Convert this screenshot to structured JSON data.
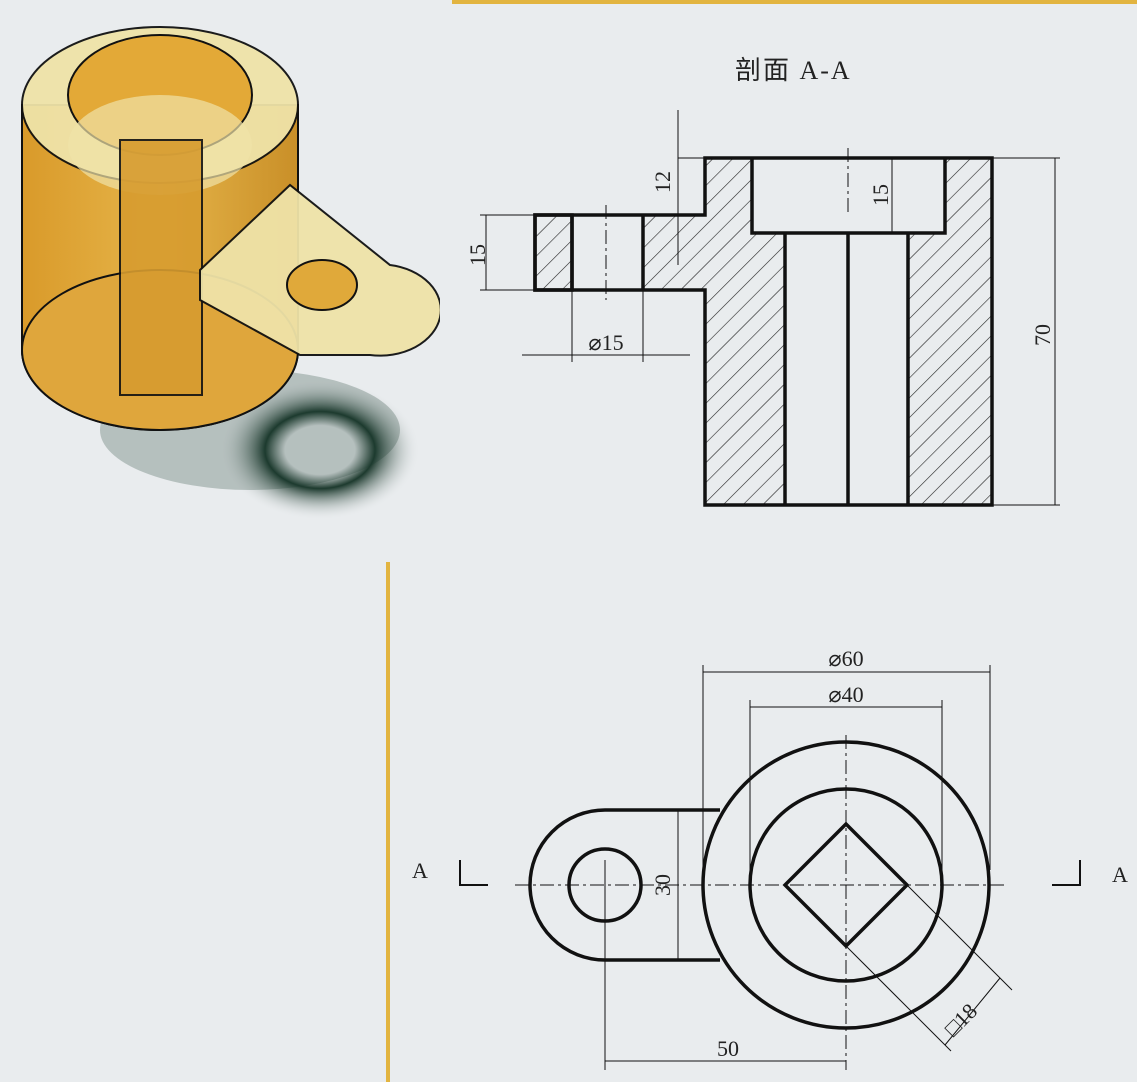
{
  "section_view": {
    "title": "剖面 A-A",
    "dims": {
      "flange_thickness": "15",
      "step_height": "12",
      "counterbore_depth": "15",
      "total_height": "70",
      "small_hole_dia": "⌀15"
    }
  },
  "top_view": {
    "dims": {
      "outer_dia": "⌀60",
      "inner_dia": "⌀40",
      "lug_width": "30",
      "center_distance": "50",
      "square_size": "□18"
    },
    "section_marker_left": "A",
    "section_marker_right": "A"
  },
  "colors": {
    "accent_rule": "#e2b440",
    "part_body": "#e0a93a",
    "part_light": "#efe3a8",
    "shadow": "#1d3a2e",
    "line": "#111111"
  }
}
